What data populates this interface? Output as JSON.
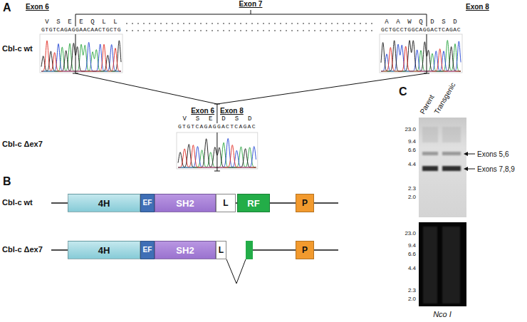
{
  "diagram": {
    "nodes": [
      {
        "text": [
          "4H"
        ]
      },
      {
        "text": [
          "EF"
        ]
      },
      {
        "text": [
          "SH2"
        ]
      },
      {
        "text": [
          "L"
        ]
      },
      {
        "text": [
          "RF"
        ]
      },
      {
        "text": [
          "P"
        ]
      },
      {
        "text": [
          "4H"
        ]
      },
      {
        "text": [
          "EF"
        ]
      },
      {
        "text": [
          "SH2"
        ]
      },
      {
        "text": [
          "L"
        ]
      },
      {
        "text": [
          "P"
        ]
      }
    ],
    "labels": [
      "A",
      "Exon 6",
      "Exon 7",
      "Exon 8",
      "V S E E Q L L",
      "GTGTCAGAGGAACAACTGCTG",
      "A A W Q D S D",
      "GCTGCCTGGCAGGACTCAGAC",
      "Cbl-c wt",
      "Cbl-c Δex7",
      "Exon 6",
      "Exon 8",
      "V S E D S D",
      "GTGTCAGAGGACTCAGAC",
      "B",
      "Cbl-c wt",
      "Cbl-c Δex7",
      "C",
      "Parent",
      "Transgenic",
      "23.0",
      "9.4",
      "6.6",
      "4.4",
      "2.3",
      "2.0",
      "Exons 5,6",
      "Exons 7,8,9",
      "23.0",
      "9.4",
      "6.6",
      "4.4",
      "2.3",
      "2.0",
      "Nco I"
    ]
  }
}
